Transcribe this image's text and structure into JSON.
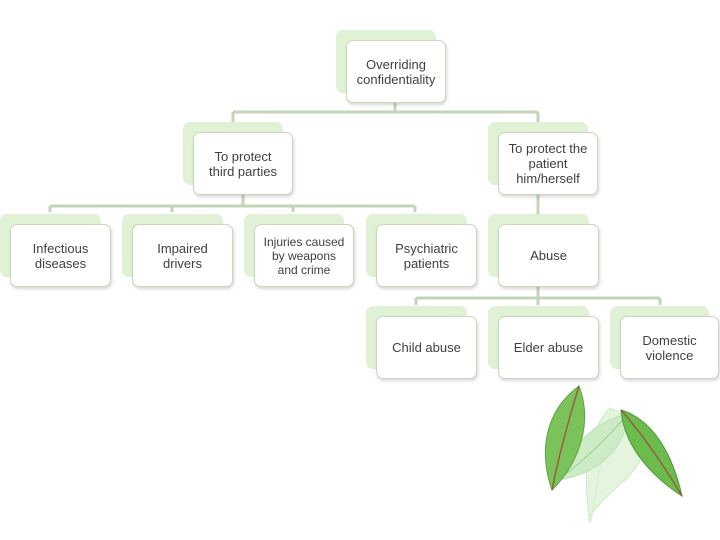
{
  "root": {
    "label": "Overriding\nconfidentiality"
  },
  "level1": [
    {
      "label": "To protect\nthird parties"
    },
    {
      "label": "To protect the\npatient\nhim/herself"
    }
  ],
  "third_parties_children": [
    {
      "label": "Infectious\ndiseases"
    },
    {
      "label": "Impaired\ndrivers"
    },
    {
      "label": "Injuries caused\nby weapons\nand crime"
    },
    {
      "label": "Psychiatric\npatients"
    }
  ],
  "patient_children": [
    {
      "label": "Abuse"
    }
  ],
  "abuse_children": [
    {
      "label": "Child abuse"
    },
    {
      "label": "Elder abuse"
    },
    {
      "label": "Domestic\nviolence"
    }
  ],
  "colors": {
    "connector": "#c4d4b8",
    "node_shadow": "#e1f1d5",
    "node_border": "#c9d7bf",
    "text": "#404040",
    "leaf_dark": "#5cab3e",
    "leaf_light": "#c8eac0"
  },
  "decoration": {
    "icon": "leaves-illustration"
  }
}
